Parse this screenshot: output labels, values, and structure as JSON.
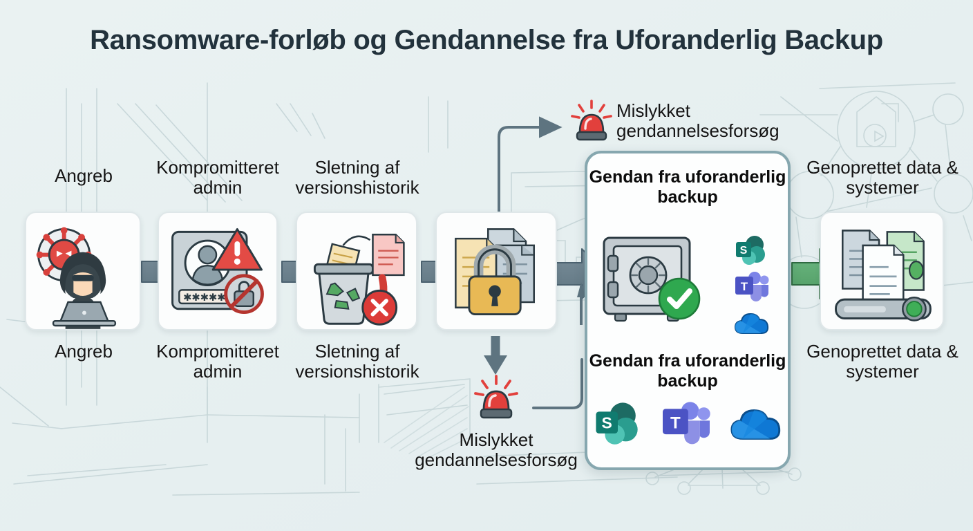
{
  "title": "Ransomware-forløb og Gendannelse fra Uforanderlig Backup",
  "palette": {
    "background": "#e8f0f0",
    "title_color": "#22323c",
    "card_bg": "#fcfdfd",
    "card_border": "#dfe7e9",
    "arrow_gray": "#6d828e",
    "arrow_green": "#5aa86f",
    "panel_border": "#86a7af",
    "teal_arrow": "#2a7d86",
    "alert_red": "#e2403c",
    "label_color": "#141414"
  },
  "flow": {
    "steps": [
      {
        "id": "angreb",
        "label_top": "Angreb",
        "label_bottom": "Angreb",
        "icon": "hacker-virus-icon"
      },
      {
        "id": "kompromitteret-admin",
        "label_top": "Kompromitteret admin",
        "label_bottom": "Kompromitteret admin",
        "icon": "compromised-admin-icon"
      },
      {
        "id": "sletning-versionshistorik",
        "label_top": "Sletning af versionshistorik",
        "label_bottom": "Sletning af versionshistorik",
        "icon": "recycle-bin-delete-icon"
      },
      {
        "id": "kryptering",
        "label_top": "",
        "label_bottom": "",
        "icon": "locked-documents-icon"
      }
    ],
    "arrows": [
      {
        "id": "arrow-1",
        "color": "gray"
      },
      {
        "id": "arrow-2",
        "color": "gray"
      },
      {
        "id": "arrow-3",
        "color": "gray"
      },
      {
        "id": "arrow-4",
        "color": "gray"
      },
      {
        "id": "arrow-5",
        "color": "green"
      }
    ]
  },
  "alerts": {
    "top": {
      "label": "Mislykket gendannelsesforsøg",
      "icon": "alarm-siren-icon"
    },
    "bottom": {
      "label": "Mislykket gendannelsesforsøg",
      "icon": "alarm-siren-icon"
    }
  },
  "panel": {
    "title": "Gendan fra uforanderlig backup",
    "subtitle": "Gendan fra uforanderlig backup",
    "icon": "safe-vault-check-icon",
    "targets": [
      {
        "id": "sharepoint",
        "name": "sharepoint-icon",
        "letter": "S"
      },
      {
        "id": "teams",
        "name": "teams-icon",
        "letter": "T"
      },
      {
        "id": "onedrive",
        "name": "onedrive-icon",
        "letter": ""
      }
    ]
  },
  "result": {
    "label_top": "Genoprettet data & systemer",
    "label_bottom": "Genoprettet data & systemer",
    "icon": "restored-data-server-icon"
  }
}
